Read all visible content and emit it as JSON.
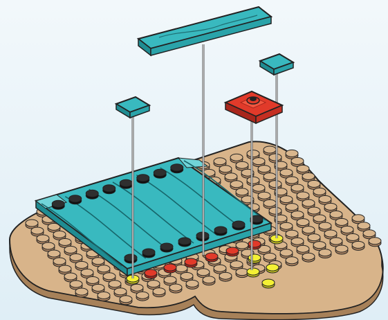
{
  "diagram": {
    "description_visible_text": "",
    "colors": {
      "background_top": "#f2f8fb",
      "background_bottom": "#dfeef6",
      "baseplate": "#d8b48a",
      "baseplate_shadow": "#a78159",
      "stud": "#d9b68d",
      "stud_shadow": "#a98260",
      "dark_stud": "#2f2f2f",
      "teal": "#39b9bf",
      "teal_dark": "#1f8c92",
      "teal_light": "#71d4d8",
      "red": "#e13a2a",
      "red_dark": "#a9261c",
      "yellow": "#f4f135",
      "rod": "#555555",
      "outline": "#222222"
    },
    "parts": [
      {
        "name": "long-teal-tile",
        "color": "teal"
      },
      {
        "name": "small-teal-tile-left",
        "color": "teal"
      },
      {
        "name": "small-teal-tile-right",
        "color": "teal"
      },
      {
        "name": "red-jumper-plate",
        "color": "red"
      },
      {
        "name": "wave-printed-plate",
        "color": "teal"
      },
      {
        "name": "tan-heart-baseplate",
        "color": "tan"
      }
    ],
    "markers": {
      "yellow_count": 6,
      "red_count": 6
    }
  }
}
